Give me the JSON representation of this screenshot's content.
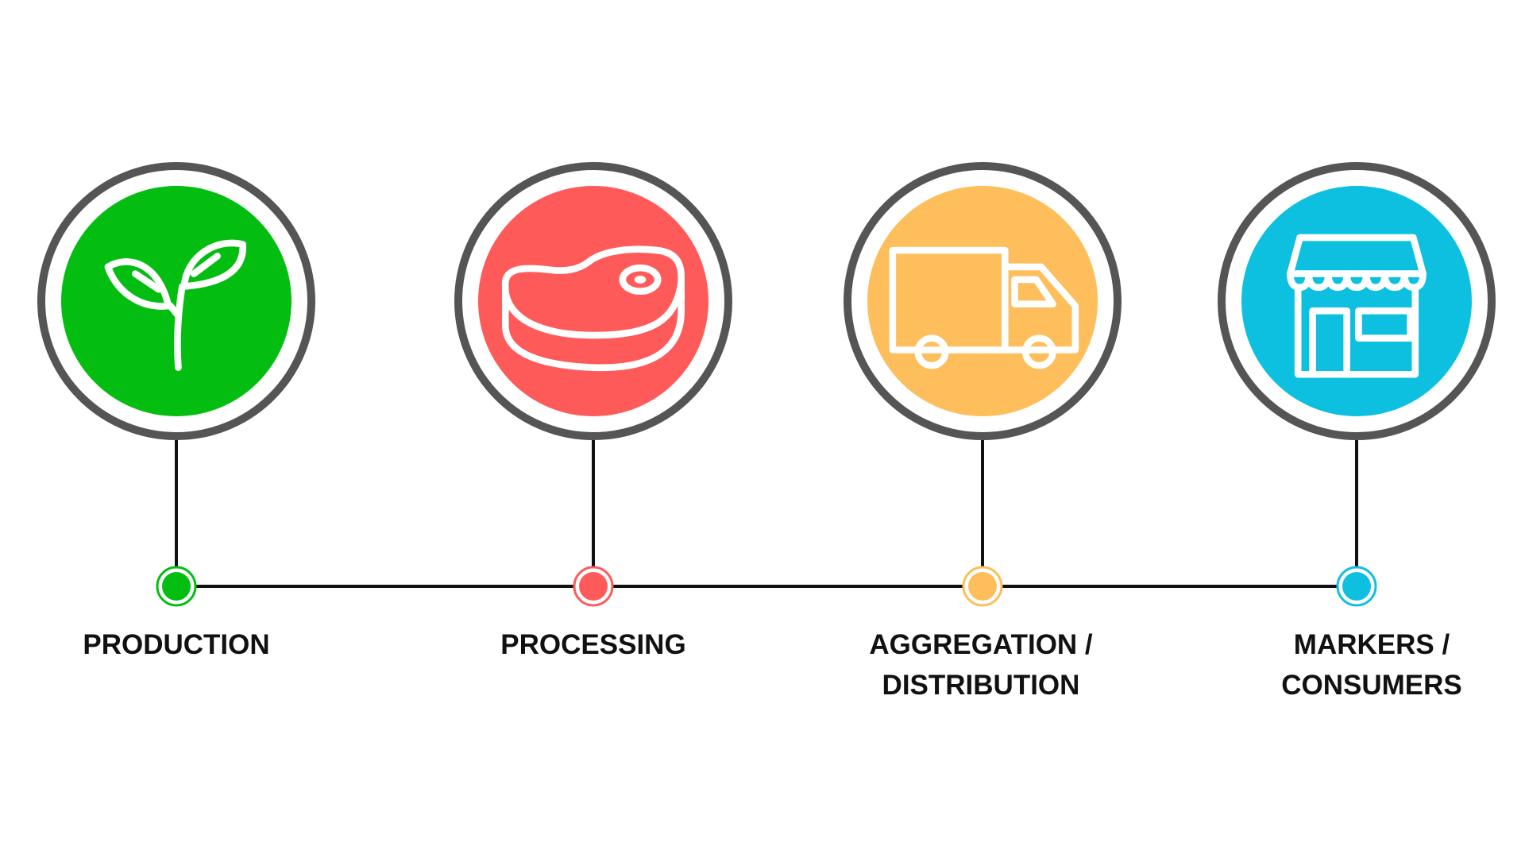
{
  "title": "Supply chain stages",
  "stages": [
    {
      "label_line1": "PRODUCTION",
      "label_line2": "",
      "icon": "sprout-icon",
      "color": "#03BE11"
    },
    {
      "label_line1": "PROCESSING",
      "label_line2": "",
      "icon": "meat-steak-icon",
      "color": "#FF5A5A"
    },
    {
      "label_line1": "AGGREGATION /",
      "label_line2": "DISTRIBUTION",
      "icon": "delivery-truck-icon",
      "color": "#FDBE5B"
    },
    {
      "label_line1": "MARKERS /",
      "label_line2": "CONSUMERS",
      "icon": "storefront-icon",
      "color": "#0EC0E0"
    }
  ],
  "colors": {
    "ring": "#555555",
    "connector": "#111111"
  }
}
